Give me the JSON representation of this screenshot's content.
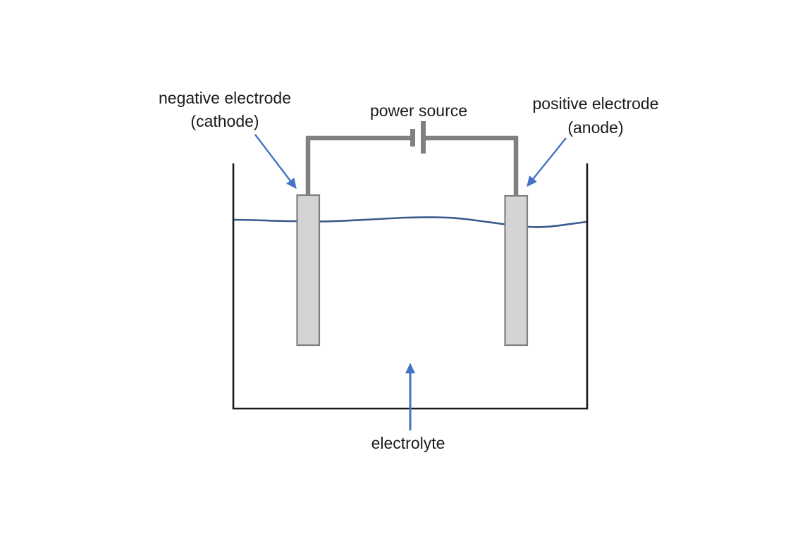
{
  "diagram": {
    "type": "electrolysis-apparatus",
    "labels": {
      "negative_electrode_line1": "negative electrode",
      "negative_electrode_line2": "(cathode)",
      "power_source": "power source",
      "positive_electrode_line1": "positive electrode",
      "positive_electrode_line2": "(anode)",
      "electrolyte": "electrolyte"
    },
    "icons": {
      "battery": "battery-cell-symbol",
      "arrows": [
        "cathode-pointer-arrow",
        "anode-pointer-arrow",
        "electrolyte-pointer-arrow"
      ]
    },
    "colors": {
      "background": "#ffffff",
      "text": "#1a1a1a",
      "wire_gray": "#808080",
      "electrode_fill": "#d5d4d4",
      "electrode_border": "#7f7f7f",
      "beaker_outline": "#1a1a1a",
      "liquid_surface_blue": "#3a5a8c",
      "arrow_blue": "#4472c4"
    }
  }
}
